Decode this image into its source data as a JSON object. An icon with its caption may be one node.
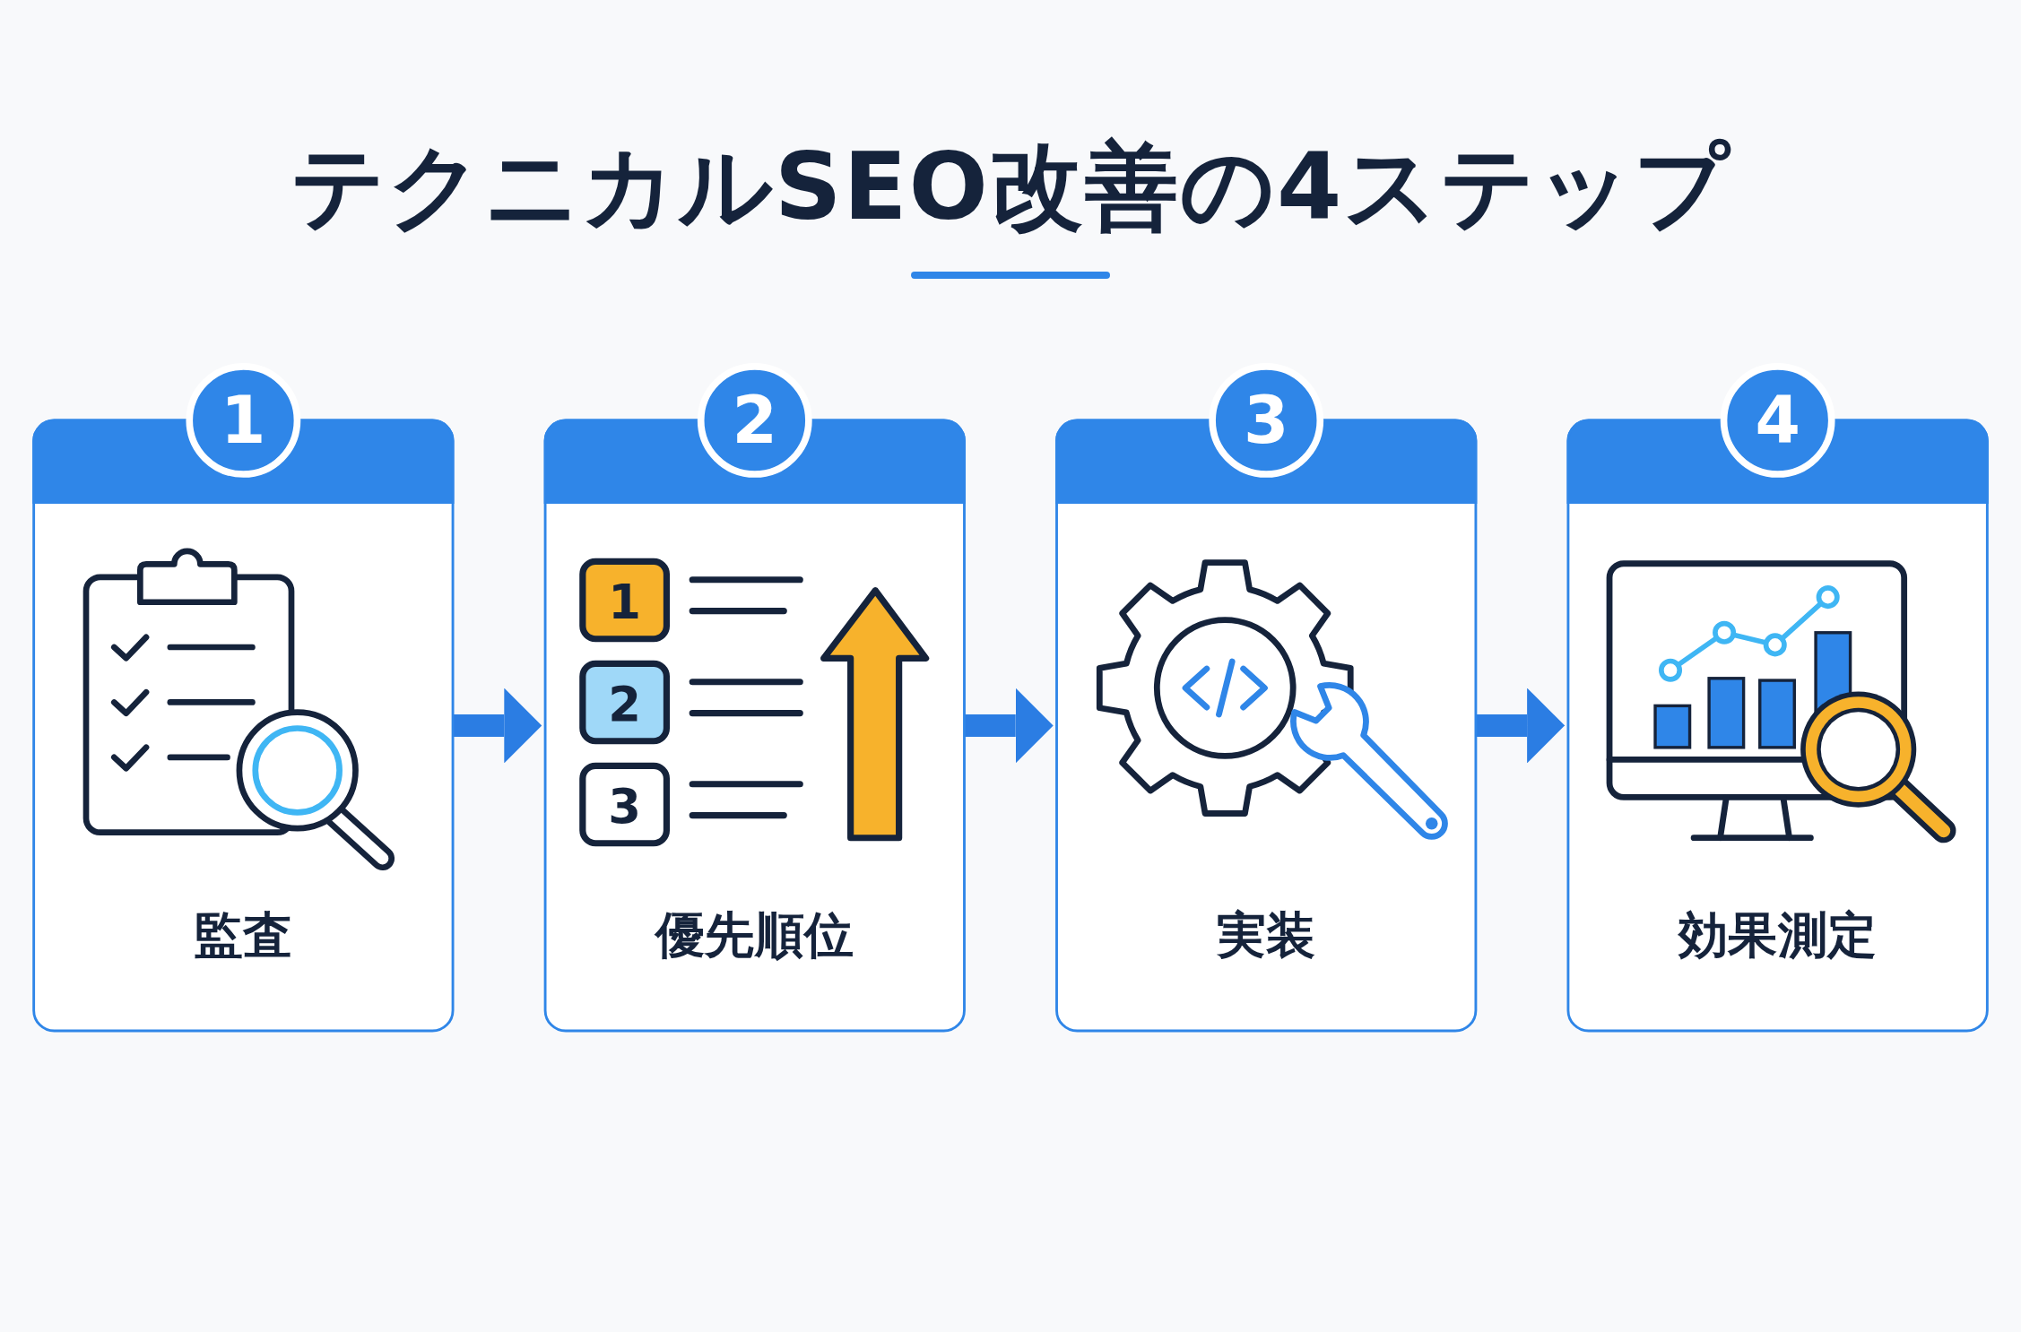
{
  "diagram": {
    "title": "テクニカルSEO改善の4ステップ",
    "nodes": [
      {
        "text": [
          "1",
          "監査"
        ]
      },
      {
        "text": [
          "2",
          "優先順位"
        ]
      },
      {
        "text": [
          "3",
          "実装"
        ]
      },
      {
        "text": [
          "4",
          "効果測定"
        ]
      }
    ],
    "edges": [
      {
        "from": 0,
        "to": 1,
        "arrow": "to"
      },
      {
        "from": 1,
        "to": 2,
        "arrow": "to"
      },
      {
        "from": 2,
        "to": 3,
        "arrow": "to"
      }
    ],
    "labels": [
      "1",
      "2",
      "3"
    ]
  }
}
